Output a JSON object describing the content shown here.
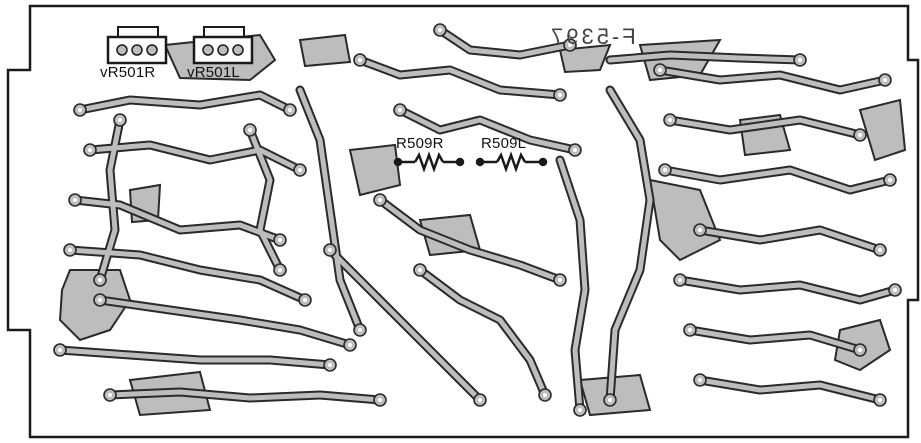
{
  "diagram": {
    "board_marking": "F-5397",
    "components": [
      {
        "id": "vr501r",
        "label": "vR501R",
        "kind": "trimmer-potentiometer"
      },
      {
        "id": "vr501l",
        "label": "vR501L",
        "kind": "trimmer-potentiometer"
      },
      {
        "id": "r509r",
        "label": "R509R",
        "kind": "resistor"
      },
      {
        "id": "r509l",
        "label": "R509L",
        "kind": "resistor"
      }
    ],
    "colors": {
      "board": "#ffffff",
      "outline": "#1a1a1a",
      "copper": "#bdbdbd",
      "trace_edge": "#2a2a2a",
      "pad_hole": "#ffffff"
    }
  }
}
